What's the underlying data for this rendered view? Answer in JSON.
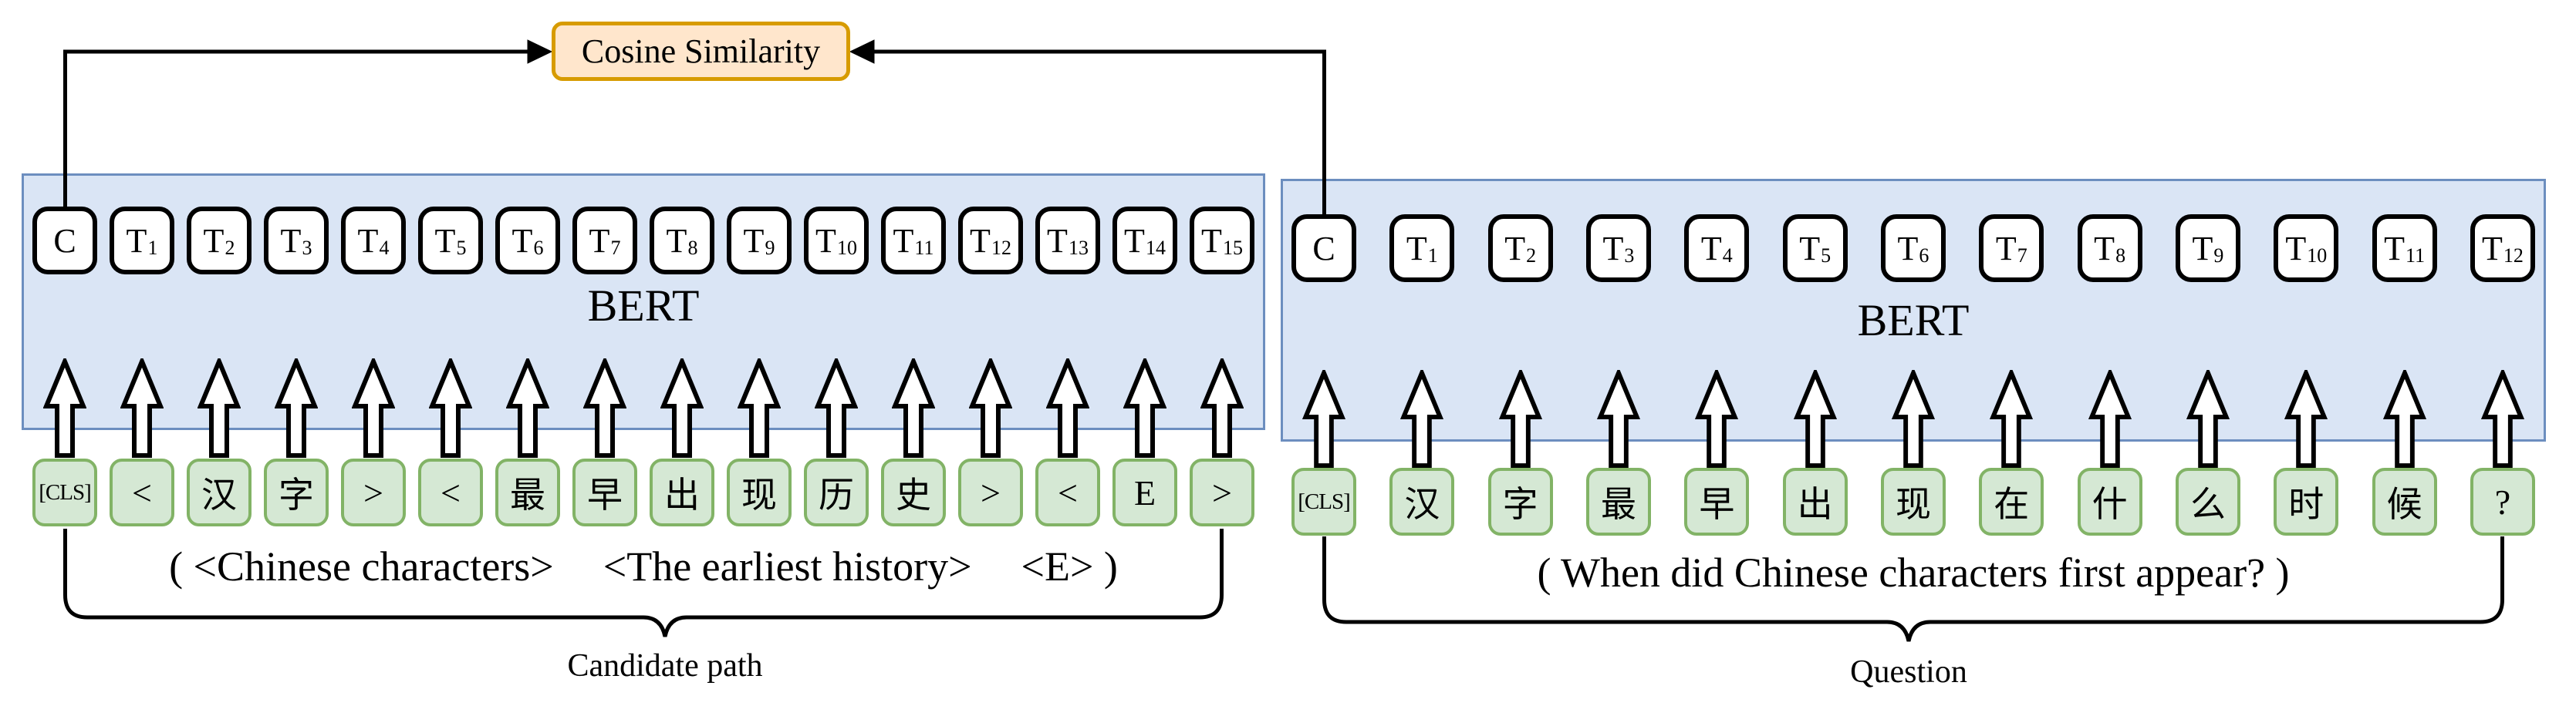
{
  "diagram": {
    "similarity": {
      "label": "Cosine Similarity"
    },
    "left": {
      "model": "BERT",
      "outputs": [
        "C",
        "T1",
        "T2",
        "T3",
        "T4",
        "T5",
        "T6",
        "T7",
        "T8",
        "T9",
        "T10",
        "T11",
        "T12",
        "T13",
        "T14",
        "T15"
      ],
      "inputs": [
        "[CLS]",
        "<",
        "汉",
        "字",
        ">",
        "<",
        "最",
        "早",
        "出",
        "现",
        "历",
        "史",
        ">",
        "<",
        "E",
        ">"
      ],
      "caption": {
        "seg1": "( <Chinese characters>",
        "seg2": "<The earliest history>",
        "seg3": "<E> )"
      },
      "group": "Candidate path"
    },
    "right": {
      "model": "BERT",
      "outputs": [
        "C",
        "T1",
        "T2",
        "T3",
        "T4",
        "T5",
        "T6",
        "T7",
        "T8",
        "T9",
        "T10",
        "T11",
        "T12"
      ],
      "inputs": [
        "[CLS]",
        "汉",
        "字",
        "最",
        "早",
        "出",
        "现",
        "在",
        "什",
        "么",
        "时",
        "候",
        "?"
      ],
      "caption": "( When did Chinese characters first appear? )",
      "group": "Question"
    },
    "colors": {
      "encoder_fill": "#dae5f5",
      "encoder_border": "#6c8ebf",
      "output_token_fill": "#ffffff",
      "output_token_border": "#000000",
      "input_token_fill": "#d5e8d4",
      "input_token_border": "#82b366",
      "similarity_fill": "#ffe6cc",
      "similarity_border": "#d79b00",
      "line_color": "#000000"
    }
  }
}
